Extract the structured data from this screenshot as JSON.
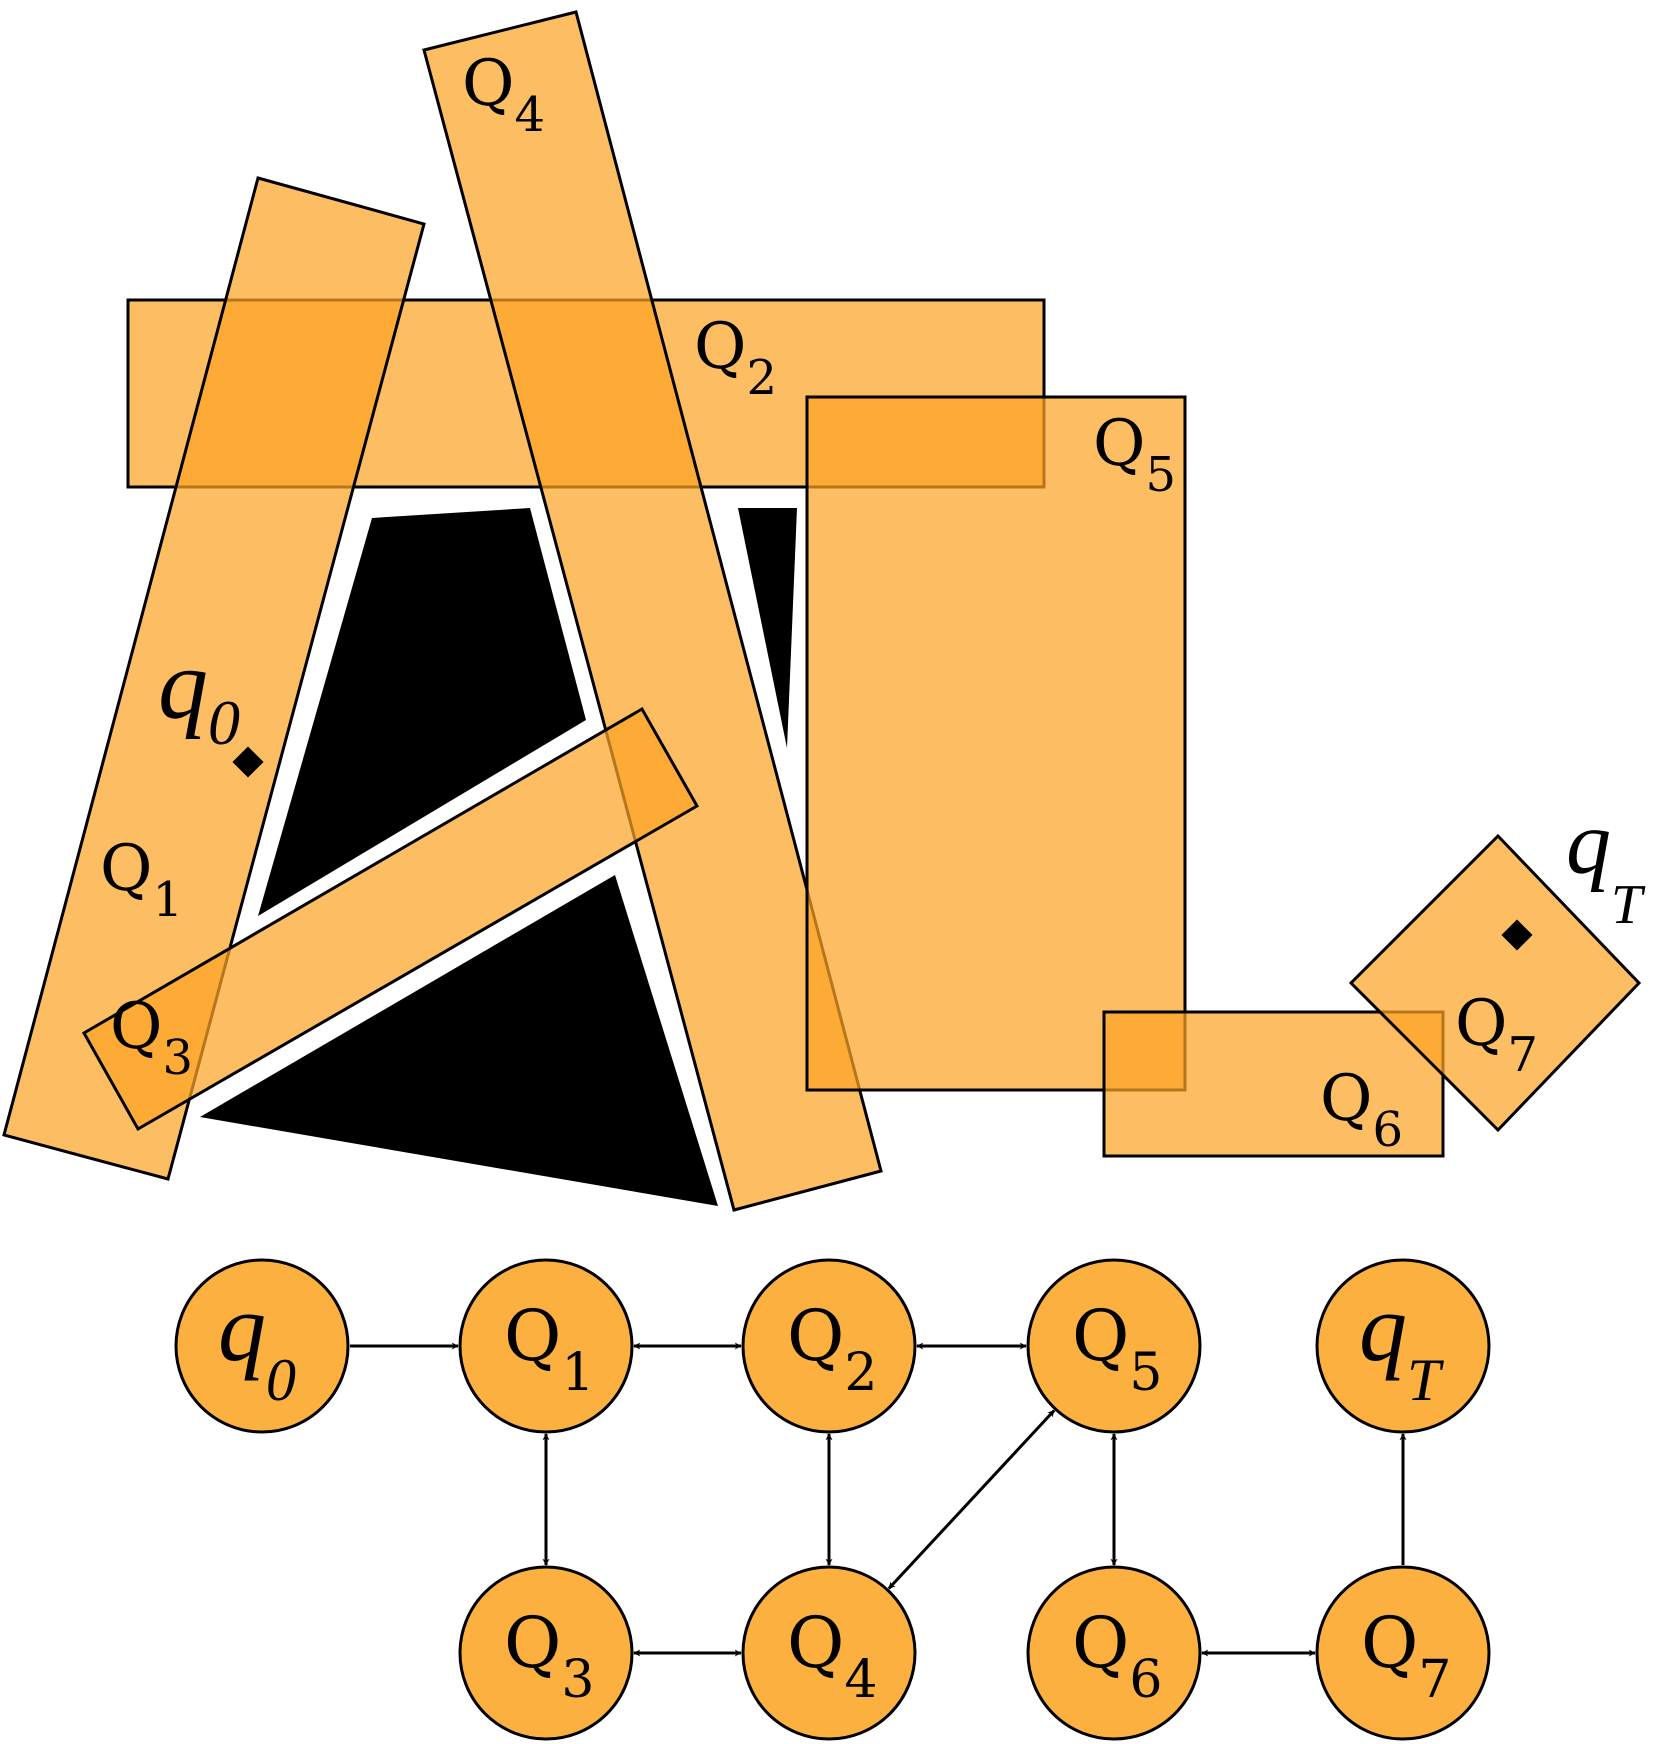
{
  "colors": {
    "region_fill": "#fca326",
    "node_fill": "#fbb040",
    "obstacle": "#000000",
    "stroke": "#000000"
  },
  "workspace": {
    "regions": [
      {
        "id": "Q2",
        "letter": "Q",
        "sub": "2"
      },
      {
        "id": "Q1",
        "letter": "Q",
        "sub": "1"
      },
      {
        "id": "Q4",
        "letter": "Q",
        "sub": "4"
      },
      {
        "id": "Q3",
        "letter": "Q",
        "sub": "3"
      },
      {
        "id": "Q5",
        "letter": "Q",
        "sub": "5"
      },
      {
        "id": "Q6",
        "letter": "Q",
        "sub": "6"
      },
      {
        "id": "Q7",
        "letter": "Q",
        "sub": "7"
      }
    ],
    "start": {
      "letter": "q",
      "sub": "0"
    },
    "goal": {
      "letter": "q",
      "sub": "T"
    }
  },
  "graph": {
    "nodes": [
      {
        "id": "q0",
        "letter": "q",
        "sub": "0",
        "italic": true
      },
      {
        "id": "Q1",
        "letter": "Q",
        "sub": "1",
        "italic": false
      },
      {
        "id": "Q2",
        "letter": "Q",
        "sub": "2",
        "italic": false
      },
      {
        "id": "Q5",
        "letter": "Q",
        "sub": "5",
        "italic": false
      },
      {
        "id": "qT",
        "letter": "q",
        "sub": "T",
        "italic": true
      },
      {
        "id": "Q3",
        "letter": "Q",
        "sub": "3",
        "italic": false
      },
      {
        "id": "Q4",
        "letter": "Q",
        "sub": "4",
        "italic": false
      },
      {
        "id": "Q6",
        "letter": "Q",
        "sub": "6",
        "italic": false
      },
      {
        "id": "Q7",
        "letter": "Q",
        "sub": "7",
        "italic": false
      }
    ],
    "edges": [
      {
        "from": "q0",
        "to": "Q1",
        "bidirectional": false
      },
      {
        "from": "Q1",
        "to": "Q2",
        "bidirectional": true
      },
      {
        "from": "Q2",
        "to": "Q5",
        "bidirectional": true
      },
      {
        "from": "Q1",
        "to": "Q3",
        "bidirectional": true
      },
      {
        "from": "Q2",
        "to": "Q4",
        "bidirectional": true
      },
      {
        "from": "Q4",
        "to": "Q5",
        "bidirectional": true
      },
      {
        "from": "Q5",
        "to": "Q6",
        "bidirectional": true
      },
      {
        "from": "Q3",
        "to": "Q4",
        "bidirectional": true
      },
      {
        "from": "Q6",
        "to": "Q7",
        "bidirectional": true
      },
      {
        "from": "Q7",
        "to": "qT",
        "bidirectional": false
      }
    ]
  }
}
